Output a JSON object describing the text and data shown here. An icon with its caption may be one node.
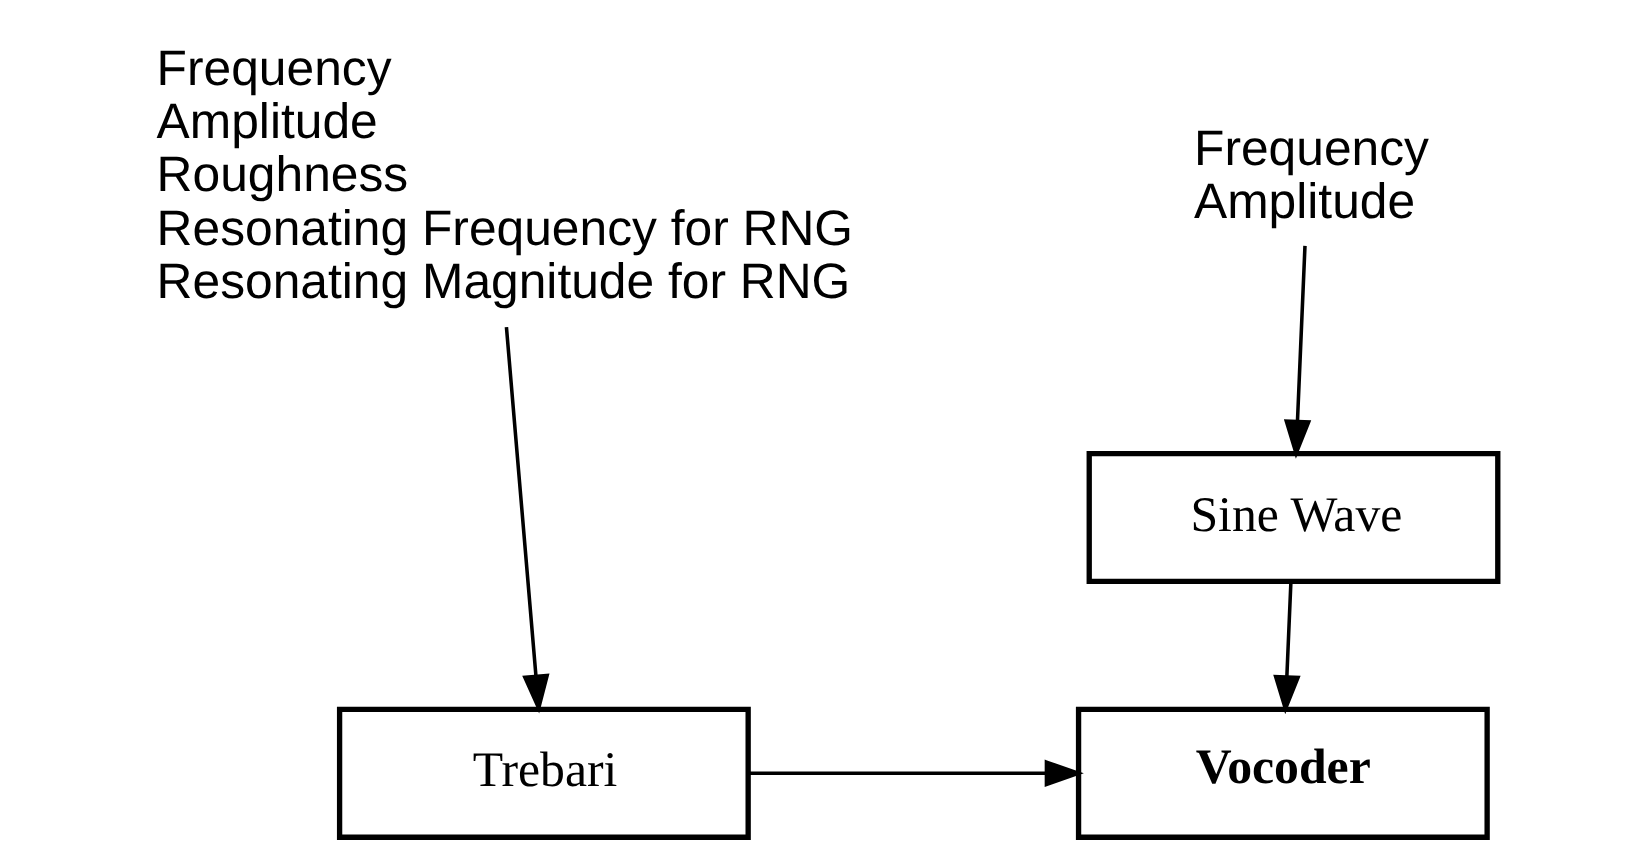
{
  "diagram": {
    "nodes": [
      {
        "text": [
          "Frequency",
          "Amplitude"
        ]
      },
      {
        "text": [
          "Sine Wave"
        ]
      },
      {
        "text": [
          "Vocoder"
        ]
      },
      {
        "text": [
          "Frequency",
          "Amplitude",
          "Roughness",
          "Resonating Frequency for RNG",
          "Resonating Magnitude for RNG"
        ]
      },
      {
        "text": [
          "Trebari"
        ]
      }
    ],
    "edges": [
      {
        "from": 0,
        "to": 1,
        "arrow": "to"
      },
      {
        "from": 1,
        "to": 2,
        "arrow": "to"
      },
      {
        "from": 3,
        "to": 4,
        "arrow": "to"
      },
      {
        "from": 4,
        "to": 2,
        "arrow": "to"
      }
    ]
  }
}
